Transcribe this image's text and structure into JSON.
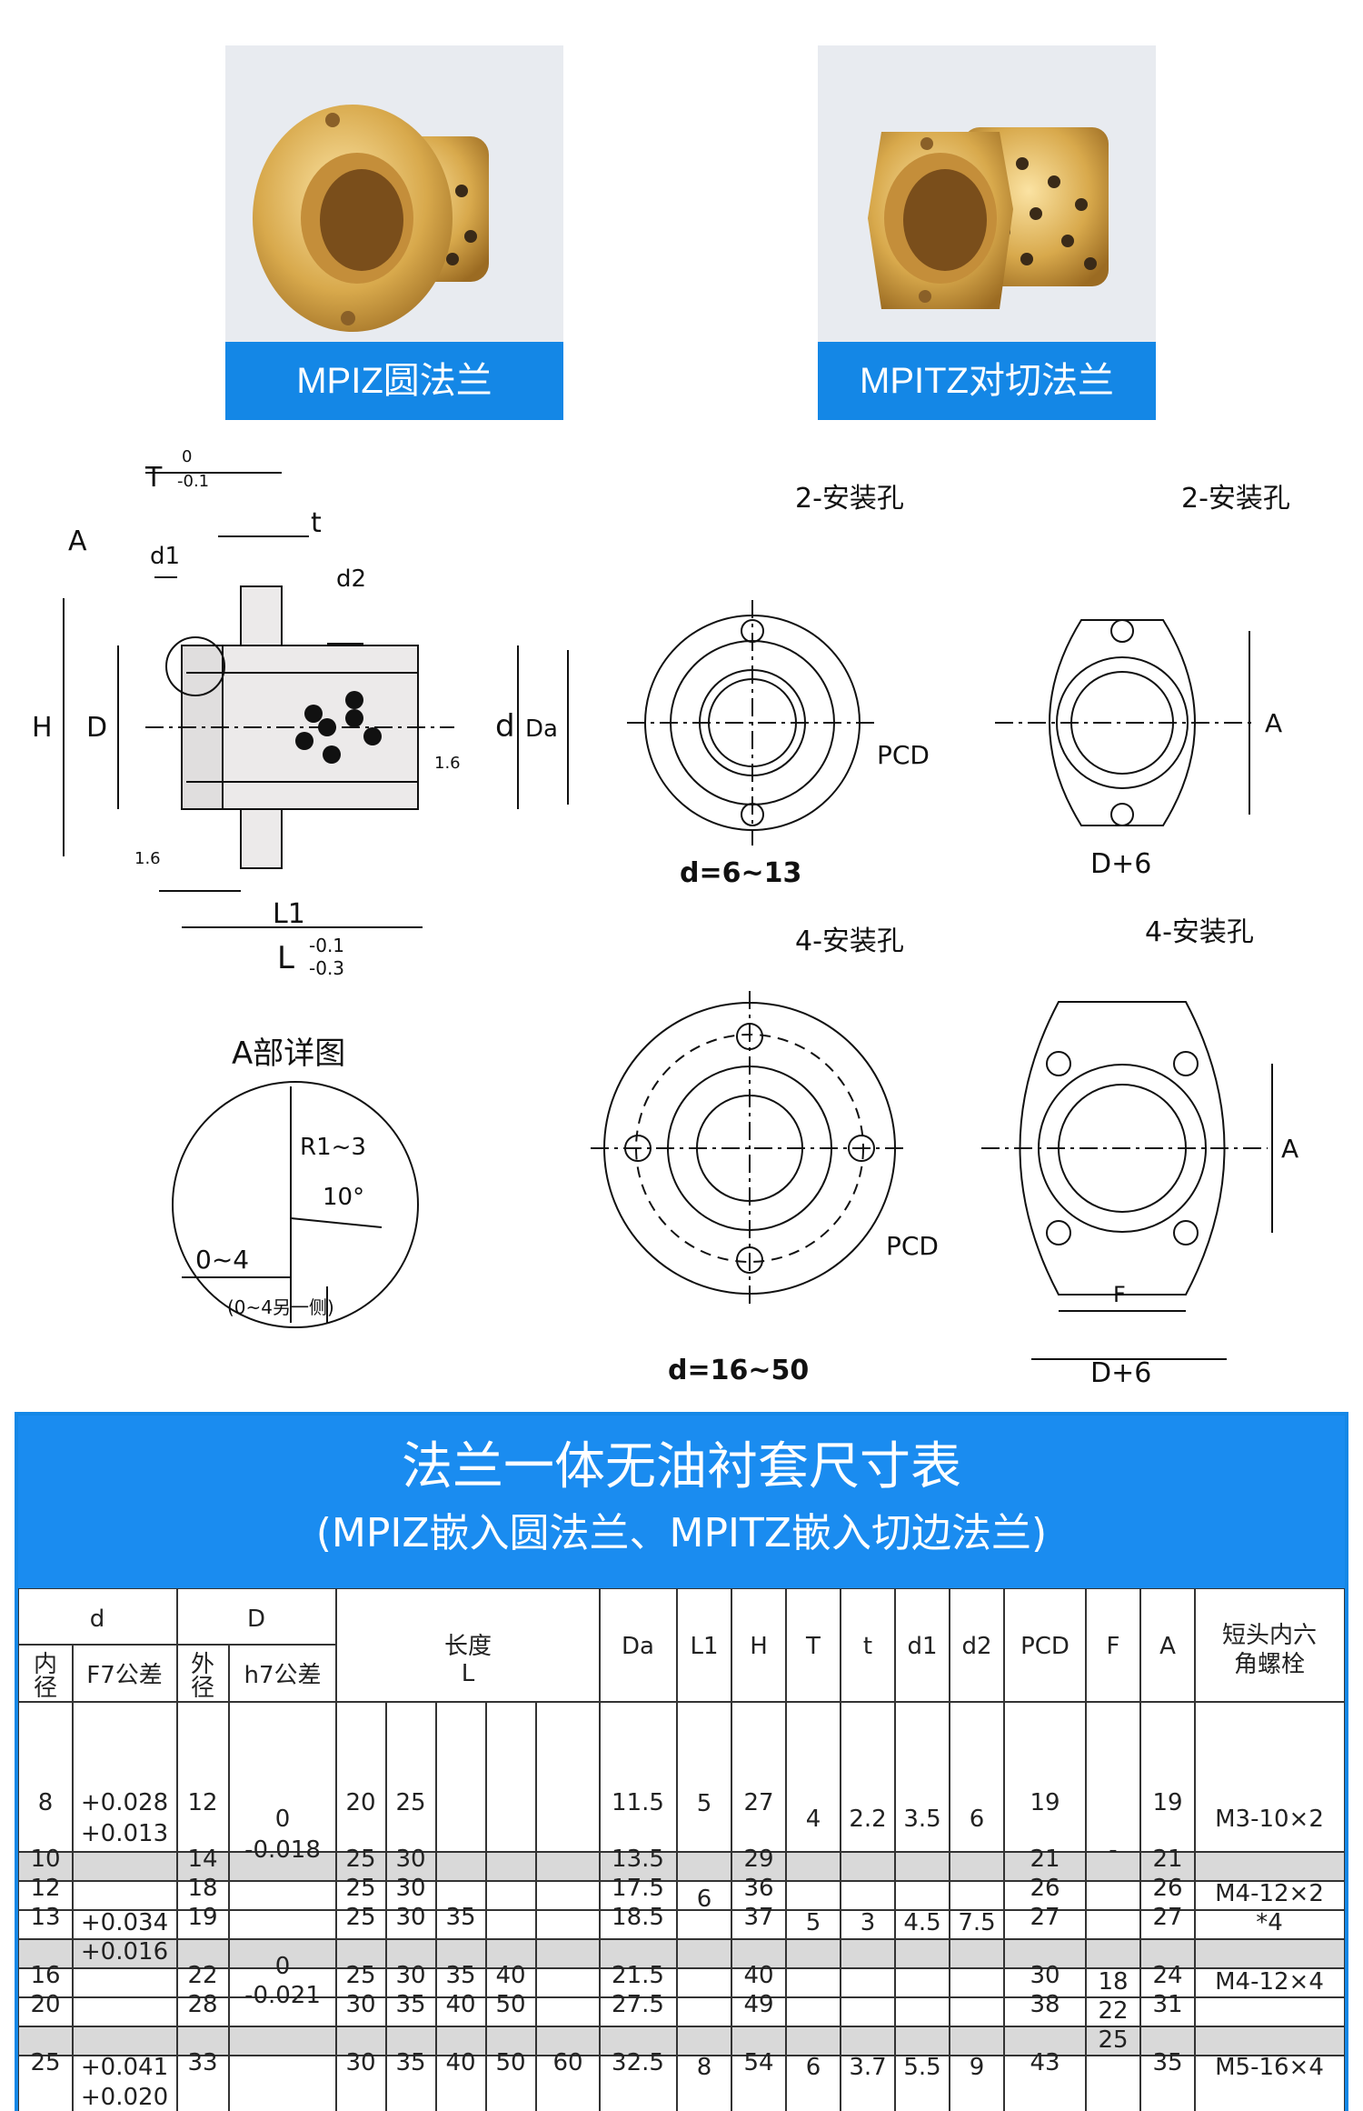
{
  "products": [
    {
      "caption": "MPIZ圆法兰"
    },
    {
      "caption": "MPITZ对切法兰"
    }
  ],
  "drawing": {
    "tol_T": "T",
    "tol_T_upper": "0",
    "tol_T_lower": "-0.1",
    "label_t": "t",
    "label_A": "A",
    "label_d1": "d1",
    "label_d2": "d2",
    "label_H": "H",
    "label_D": "D",
    "label_d": "d",
    "label_Da": "Da",
    "roughness_1": "1.6",
    "roughness_2": "1.6",
    "label_L1": "L1",
    "label_L": "L",
    "tol_L_upper": "-0.1",
    "tol_L_lower": "-0.3",
    "detail_title": "A部详图",
    "detail_radius": "R1~3",
    "detail_angle": "10°",
    "detail_range": "0~4",
    "detail_note": "(0~4另一侧)",
    "holes_2_left": "2-安装孔",
    "holes_2_right": "2-安装孔",
    "pcd_1": "PCD",
    "pcd_2": "PCD",
    "range_small": "d=6~13",
    "range_large": "d=16~50",
    "d_plus_6_a": "D+6",
    "d_plus_6_b": "D+6",
    "label_A_right1": "A",
    "label_A_right2": "A",
    "holes_4_left": "4-安装孔",
    "holes_4_right": "4-安装孔",
    "label_F": "F"
  },
  "table": {
    "title": "法兰一体无油衬套尺寸表",
    "subtitle": "(MPIZ嵌入圆法兰、MPITZ嵌入切边法兰)",
    "headers": {
      "d": "d",
      "D": "D",
      "length": "长度",
      "length_sub": "L",
      "Da": "Da",
      "L1": "L1",
      "H": "H",
      "T": "T",
      "t": "t",
      "d1": "d1",
      "d2": "d2",
      "PCD": "PCD",
      "F": "F",
      "A": "A",
      "bolt": "短头内六",
      "bolt2": "角螺栓",
      "inner": "内",
      "inner2": "径",
      "f7": "F7公差",
      "outer": "外",
      "outer2": "径",
      "h7": "h7公差"
    },
    "rows": [
      {
        "d": "8",
        "D": "12",
        "L": [
          "20",
          "25",
          "",
          "",
          ""
        ],
        "Da": "11.5",
        "H": "27",
        "PCD": "19",
        "A": "19"
      },
      {
        "d": "10",
        "D": "14",
        "L": [
          "25",
          "30",
          "",
          "",
          ""
        ],
        "Da": "13.5",
        "H": "29",
        "PCD": "21",
        "A": "21"
      },
      {
        "d": "12",
        "D": "18",
        "L": [
          "25",
          "30",
          "",
          "",
          ""
        ],
        "Da": "17.5",
        "H": "36",
        "PCD": "26",
        "A": "26"
      },
      {
        "d": "13",
        "D": "19",
        "L": [
          "25",
          "30",
          "35",
          "",
          ""
        ],
        "Da": "18.5",
        "H": "37",
        "PCD": "27",
        "A": "27"
      },
      {
        "d": "16",
        "D": "22",
        "L": [
          "25",
          "30",
          "35",
          "40",
          ""
        ],
        "Da": "21.5",
        "H": "40",
        "PCD": "30",
        "A": "24"
      },
      {
        "d": "20",
        "D": "28",
        "L": [
          "30",
          "35",
          "40",
          "50",
          ""
        ],
        "Da": "27.5",
        "H": "49",
        "PCD": "38",
        "A": "31"
      },
      {
        "d": "25",
        "D": "33",
        "L": [
          "30",
          "35",
          "40",
          "50",
          "60"
        ],
        "Da": "32.5",
        "H": "54",
        "PCD": "43",
        "A": "35"
      }
    ],
    "merged": {
      "f7_a_upper": "+0.028",
      "f7_a_lower": "+0.013",
      "f7_b_upper": "+0.034",
      "f7_b_lower": "+0.016",
      "f7_c_upper": "+0.041",
      "f7_c_lower": "+0.020",
      "h7_a_upper": "0",
      "h7_a_lower": "-0.018",
      "h7_b_upper": "0",
      "h7_b_lower": "-0.021",
      "L1_a": "5",
      "L1_b": "6",
      "L1_c": "8",
      "T_a": "4",
      "T_b": "5",
      "T_c": "6",
      "t_a": "2.2",
      "t_b": "3",
      "t_c": "3.7",
      "d1_a": "3.5",
      "d1_b": "4.5",
      "d1_c": "5.5",
      "d2_a": "6",
      "d2_b": "7.5",
      "d2_c": "9",
      "F_a": "-",
      "F_b": "18",
      "F_c": "22",
      "F_d": "25",
      "bolt_a": "M3-10×2",
      "bolt_b1": "M4-12×2",
      "bolt_b2": "*4",
      "bolt_c": "M4-12×4",
      "bolt_d": "M5-16×4"
    }
  },
  "colors": {
    "accent_blue": "#1487e6",
    "table_line": "#333333",
    "row_shade": "#d9d9d9"
  }
}
